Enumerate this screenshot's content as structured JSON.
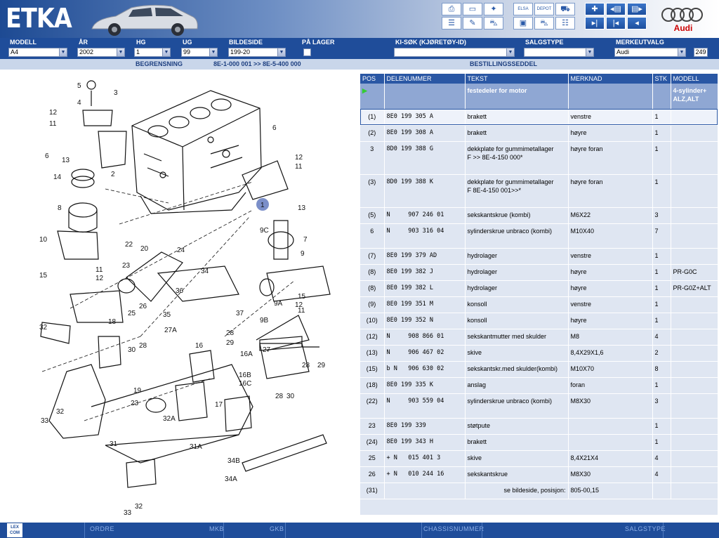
{
  "app": {
    "title": "ETKA",
    "brand_logo": "Audi"
  },
  "toolbar": {
    "group1": [
      "printer-icon",
      "monitor-icon",
      "wrench-icon",
      "notepad-icon",
      "pencil-icon",
      "car-service-icon"
    ],
    "group2": [
      "elsa-icon",
      "compact-icon",
      "cart-icon",
      "computer-icon",
      "car-icon",
      "cart-list-icon"
    ],
    "group3": [
      "pin-icon",
      "page-back-icon",
      "page-forward-icon",
      "first-icon",
      "previous-icon",
      "last-icon",
      "next-icon"
    ],
    "elsa_label": "ELSA",
    "compact_label": "DEPOT"
  },
  "fields": {
    "modell": {
      "label": "MODELL",
      "value": "A4"
    },
    "ar": {
      "label": "ÅR",
      "value": "2002"
    },
    "hg": {
      "label": "HG",
      "value": "1"
    },
    "ug": {
      "label": "UG",
      "value": "99"
    },
    "bildeside": {
      "label": "BILDESIDE",
      "value": "199-20"
    },
    "pa_lager": {
      "label": "PÅ LAGER"
    },
    "ki_sok": {
      "label": "KI-SØK (KJØRETØY-ID)",
      "value": ""
    },
    "salgstype": {
      "label": "SALGSTYPE",
      "value": ""
    },
    "merkeutvalg": {
      "label": "MERKEUTVALG",
      "value": "Audi",
      "count": "249"
    }
  },
  "subbar": {
    "begrensning_label": "BEGRENSNING",
    "begrensning_value": "8E-1-000 001 >> 8E-5-400 000",
    "bestillingsseddel": "BESTILLINGSSEDDEL"
  },
  "table": {
    "headers": [
      "POS",
      "DELENUMMER",
      "TEKST",
      "MERKNAD",
      "STK",
      "MODELL"
    ],
    "group_row": {
      "tekst": "festedeler for motor",
      "modell": "4-sylinder+ ALZ,ALT"
    },
    "rows": [
      {
        "pos": "(1)",
        "pn": "8E0 199 305 A",
        "tekst": "brakett",
        "merknad": "venstre",
        "stk": "1",
        "modell": ""
      },
      {
        "pos": "(2)",
        "pn": "8E0 199 308 A",
        "tekst": "brakett",
        "merknad": "høyre",
        "stk": "1",
        "modell": ""
      },
      {
        "pos": "3",
        "pn": "8D0 199 388 G",
        "tekst": "dekkplate for gummimetallager\nF          >> 8E-4-150 000*",
        "merknad": "høyre foran",
        "stk": "1",
        "modell": ""
      },
      {
        "pos": "(3)",
        "pn": "8D0 199 388 K",
        "tekst": "dekkplate for gummimetallager\nF 8E-4-150 001>>*",
        "merknad": "høyre foran",
        "stk": "1",
        "modell": ""
      },
      {
        "pos": "(5)",
        "pn": "N     907 246 01",
        "tekst": "sekskantskrue (kombi)",
        "merknad": "M6X22",
        "stk": "3",
        "modell": ""
      },
      {
        "pos": "6",
        "pn": "N     903 316 04",
        "tekst": "sylinderskrue unbraco (kombi)",
        "merknad": "M10X40",
        "stk": "7",
        "modell": ""
      },
      {
        "pos": "(7)",
        "pn": "8E0 199 379 AD",
        "tekst": "hydrolager",
        "merknad": "venstre",
        "stk": "1",
        "modell": ""
      },
      {
        "pos": "(8)",
        "pn": "8E0 199 382 J",
        "tekst": "hydrolager",
        "merknad": "høyre",
        "stk": "1",
        "modell": "PR-G0C"
      },
      {
        "pos": "(8)",
        "pn": "8E0 199 382 L",
        "tekst": "hydrolager",
        "merknad": "høyre",
        "stk": "1",
        "modell": "PR-G0Z+ALT"
      },
      {
        "pos": "(9)",
        "pn": "8E0 199 351 M",
        "tekst": "konsoll",
        "merknad": "venstre",
        "stk": "1",
        "modell": ""
      },
      {
        "pos": "(10)",
        "pn": "8E0 199 352 N",
        "tekst": "konsoll",
        "merknad": "høyre",
        "stk": "1",
        "modell": ""
      },
      {
        "pos": "(12)",
        "pn": "N     908 866 01",
        "tekst": "sekskantmutter med skulder",
        "merknad": "M8",
        "stk": "4",
        "modell": ""
      },
      {
        "pos": "(13)",
        "pn": "N     906 467 02",
        "tekst": "skive",
        "merknad": "8,4X29X1,6",
        "stk": "2",
        "modell": ""
      },
      {
        "pos": "(15)",
        "pn": "b N   906 630 02",
        "tekst": "sekskantskr.med skulder(kombi)",
        "merknad": "M10X70",
        "stk": "8",
        "modell": ""
      },
      {
        "pos": "(18)",
        "pn": "8E0 199 335 K",
        "tekst": "anslag",
        "merknad": "foran",
        "stk": "1",
        "modell": ""
      },
      {
        "pos": "(22)",
        "pn": "N     903 559 04",
        "tekst": "sylinderskrue unbraco (kombi)",
        "merknad": "M8X30",
        "stk": "3",
        "modell": ""
      },
      {
        "pos": "23",
        "pn": "8E0 199 339",
        "tekst": "støtpute",
        "merknad": "",
        "stk": "1",
        "modell": ""
      },
      {
        "pos": "(24)",
        "pn": "8E0 199 343 H",
        "tekst": "brakett",
        "merknad": "",
        "stk": "1",
        "modell": ""
      },
      {
        "pos": "25",
        "pn": "+ N   015 401 3",
        "tekst": "skive",
        "merknad": "8,4X21X4",
        "stk": "4",
        "modell": ""
      },
      {
        "pos": "26",
        "pn": "+ N   010 244 16",
        "tekst": "sekskantskrue",
        "merknad": "M8X30",
        "stk": "4",
        "modell": ""
      },
      {
        "pos": "(31)",
        "pn": "",
        "tekst": "se bildeside, posisjon:",
        "merknad": "805-00,15",
        "stk": "",
        "modell": ""
      }
    ]
  },
  "diagram": {
    "callouts": [
      "5",
      "3",
      "4",
      "12",
      "11",
      "6",
      "13",
      "14",
      "2",
      "8",
      "10",
      "22",
      "20",
      "24",
      "15",
      "11",
      "12",
      "23",
      "34",
      "36",
      "26",
      "25",
      "35",
      "37",
      "18",
      "32",
      "27A",
      "28",
      "29",
      "16",
      "16A",
      "16B",
      "16C",
      "27",
      "28",
      "29",
      "30",
      "28",
      "19",
      "23",
      "17",
      "32A",
      "31A",
      "31",
      "33",
      "32",
      "34B",
      "34A",
      "33",
      "32",
      "1",
      "6",
      "12",
      "11",
      "13",
      "9C",
      "7",
      "9",
      "12",
      "15",
      "11",
      "9A",
      "9B",
      "12",
      "28",
      "30"
    ],
    "highlight": "1"
  },
  "bottom": {
    "lexcom": "LEX COM",
    "ordre": "ORDRE",
    "mkb": "MKB",
    "gkb": "GKB",
    "chassisnummer": "CHASSISNUMMER",
    "salgstype": "SALGSTYPE"
  }
}
